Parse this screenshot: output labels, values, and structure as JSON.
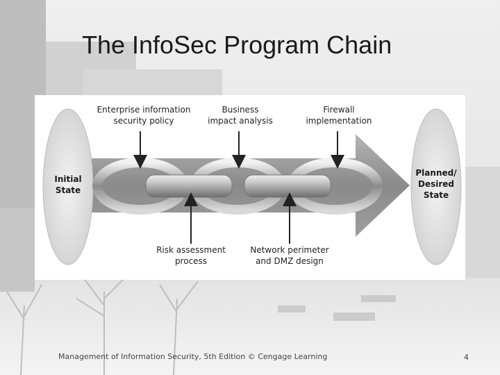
{
  "slide": {
    "title": "The InfoSec Program Chain",
    "footer": "Management of Information Security, 5th Edition © Cengage Learning",
    "page_number": "4"
  },
  "diagram": {
    "start_state": "Initial\nState",
    "end_state": "Planned/\nDesired\nState",
    "top_inputs": [
      "Enterprise information\nsecurity policy",
      "Business\nimpact analysis",
      "Firewall\nimplementation"
    ],
    "bottom_inputs": [
      "Risk assessment\nprocess",
      "Network perimeter\nand DMZ design"
    ]
  },
  "colors": {
    "arrow": "#8a8a8a",
    "chain_dark": "#5a5a5a",
    "chain_light": "#e6e6e6",
    "ellipse": "#e0e0e0"
  }
}
